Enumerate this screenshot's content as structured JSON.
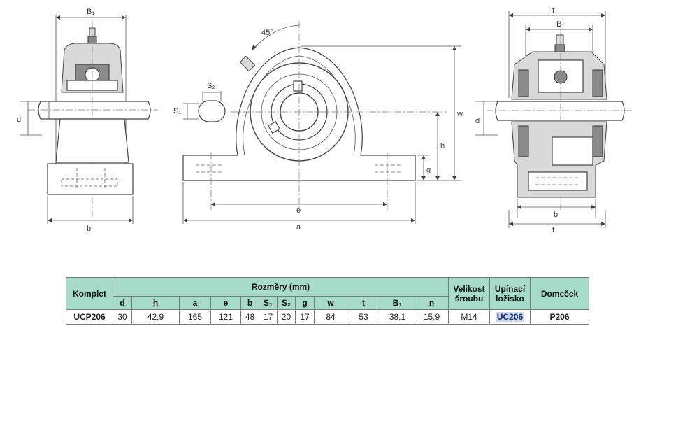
{
  "drawing": {
    "left_view": {
      "dim_b1": "B₁",
      "dim_d": "d",
      "dim_b": "b"
    },
    "front_view": {
      "angle": "45°",
      "dim_s2": "S₂",
      "dim_s1": "S₁",
      "dim_w": "w",
      "dim_h": "h",
      "dim_g": "g",
      "dim_e": "e",
      "dim_a": "a"
    },
    "right_view": {
      "dim_t_top": "t",
      "dim_b1": "B₁",
      "dim_d": "d",
      "dim_b": "b",
      "dim_t_bottom": "t"
    }
  },
  "table": {
    "col_komplet": "Komplet",
    "col_rozmery": "Rozměry (mm)",
    "col_velikost": "Velikost šroubu",
    "col_upinaci": "Upínací ložisko",
    "col_domecek": "Domeček",
    "dimension_headers": [
      "d",
      "h",
      "a",
      "e",
      "b",
      "S₁",
      "S₂",
      "g",
      "w",
      "t",
      "B₁",
      "n"
    ],
    "rows": [
      {
        "komplet": "UCP206",
        "values": [
          "30",
          "42,9",
          "165",
          "121",
          "48",
          "17",
          "20",
          "17",
          "84",
          "53",
          "38,1",
          "15,9"
        ],
        "velikost": "M14",
        "upinaci": "UC206",
        "domecek": "P206"
      }
    ]
  }
}
